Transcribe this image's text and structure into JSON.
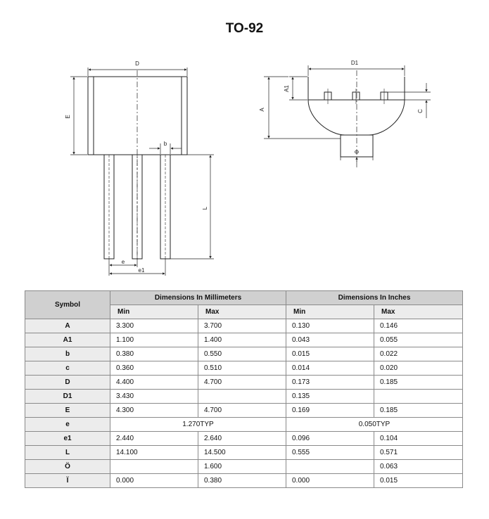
{
  "title": "TO-92",
  "drawing_labels": {
    "D": "D",
    "E": "E",
    "b": "b",
    "L": "L",
    "e": "e",
    "e1": "e1",
    "D1": "D1",
    "A1": "A1",
    "A": "A",
    "C": "C",
    "phi": "Φ"
  },
  "table": {
    "symbol_header": "Symbol",
    "mm_header": "Dimensions In Millimeters",
    "in_header": "Dimensions In Inches",
    "min_label": "Min",
    "max_label": "Max",
    "rows": [
      {
        "sym": "A",
        "mm_min": "3.300",
        "mm_max": "3.700",
        "in_min": "0.130",
        "in_max": "0.146"
      },
      {
        "sym": "A1",
        "mm_min": "1.100",
        "mm_max": "1.400",
        "in_min": "0.043",
        "in_max": "0.055"
      },
      {
        "sym": "b",
        "mm_min": "0.380",
        "mm_max": "0.550",
        "in_min": "0.015",
        "in_max": "0.022"
      },
      {
        "sym": "c",
        "mm_min": "0.360",
        "mm_max": "0.510",
        "in_min": "0.014",
        "in_max": "0.020"
      },
      {
        "sym": "D",
        "mm_min": "4.400",
        "mm_max": "4.700",
        "in_min": "0.173",
        "in_max": "0.185"
      },
      {
        "sym": "D1",
        "mm_min": "3.430",
        "mm_max": "",
        "in_min": "0.135",
        "in_max": ""
      },
      {
        "sym": "E",
        "mm_min": "4.300",
        "mm_max": "4.700",
        "in_min": "0.169",
        "in_max": "0.185"
      },
      {
        "sym": "e",
        "mm_typ": "1.270TYP",
        "in_typ": "0.050TYP"
      },
      {
        "sym": "e1",
        "mm_min": "2.440",
        "mm_max": "2.640",
        "in_min": "0.096",
        "in_max": "0.104"
      },
      {
        "sym": "L",
        "mm_min": "14.100",
        "mm_max": "14.500",
        "in_min": "0.555",
        "in_max": "0.571"
      },
      {
        "sym": "Ö",
        "mm_min": "",
        "mm_max": "1.600",
        "in_min": "",
        "in_max": "0.063"
      },
      {
        "sym": "Ї",
        "mm_min": "0.000",
        "mm_max": "0.380",
        "in_min": "0.000",
        "in_max": "0.015"
      }
    ]
  }
}
